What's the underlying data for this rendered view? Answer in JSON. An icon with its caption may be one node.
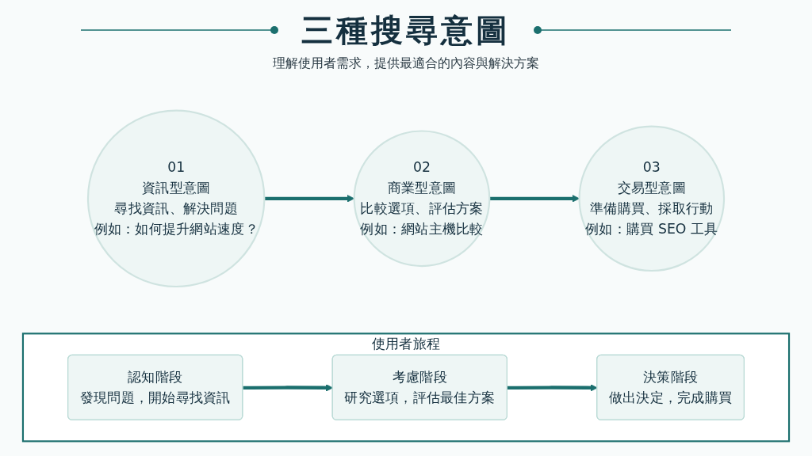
{
  "diagram": {
    "title": "三種搜尋意圖",
    "nodes": [
      {
        "text": [
          "01",
          "資訊型意圖",
          "尋找資訊、解決問題",
          "例如：如何提升網站速度？"
        ]
      },
      {
        "text": [
          "02",
          "商業型意圖",
          "比較選項、評估方案",
          "例如：網站主機比較"
        ]
      },
      {
        "text": [
          "03",
          "交易型意圖",
          "準備購買、採取行動",
          "例如：購買 SEO 工具"
        ]
      },
      {
        "text": [
          "使用者旅程"
        ]
      },
      {
        "text": [
          "認知階段",
          "發現問題，開始尋找資訊"
        ],
        "in": 3
      },
      {
        "text": [
          "考慮階段",
          "研究選項，評估最佳方案"
        ],
        "in": 3
      },
      {
        "text": [
          "決策階段",
          "做出決定，完成購買"
        ],
        "in": 3
      }
    ],
    "edges": [
      {
        "from": 0,
        "to": 1,
        "arrow": "to"
      },
      {
        "from": 1,
        "to": 2,
        "arrow": "to"
      },
      {
        "from": 4,
        "to": 5,
        "arrow": "to"
      },
      {
        "from": 5,
        "to": 6,
        "arrow": "to"
      }
    ],
    "labels": [
      "理解使用者需求，提供最適合的內容與解決方案"
    ]
  }
}
